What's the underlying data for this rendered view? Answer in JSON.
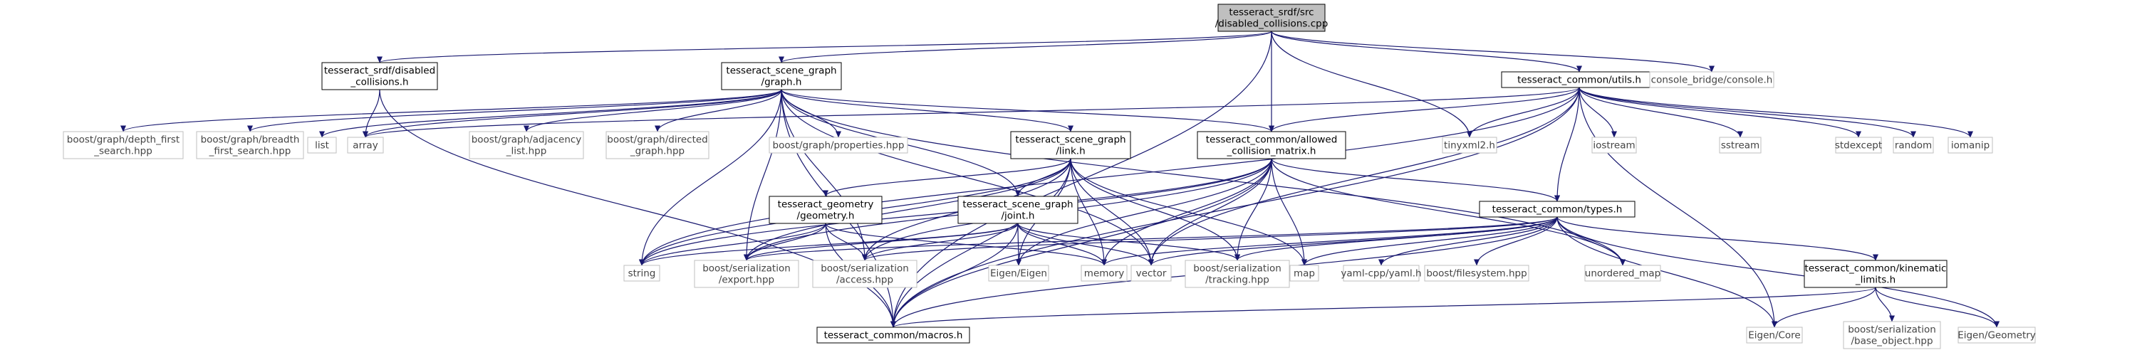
{
  "diagram": {
    "colors": {
      "edge": "#191970",
      "main_fill": "#bfbfbf",
      "internal_border": "#000000",
      "external_border": "#bfbfbf"
    },
    "nodes": [
      {
        "id": "disabled_collisions_cpp",
        "kind": "main",
        "lines": [
          "tesseract_srdf/src",
          "/disabled_collisions.cpp"
        ]
      },
      {
        "id": "disabled_collisions_h",
        "kind": "internal",
        "lines": [
          "tesseract_srdf/disabled",
          "_collisions.h"
        ]
      },
      {
        "id": "graph_h",
        "kind": "internal",
        "lines": [
          "tesseract_scene_graph",
          "/graph.h"
        ]
      },
      {
        "id": "allowed_collision_matrix_h",
        "kind": "internal",
        "lines": [
          "tesseract_common/allowed",
          "_collision_matrix.h"
        ]
      },
      {
        "id": "utils_h",
        "kind": "internal",
        "lines": [
          "tesseract_common/utils.h"
        ]
      },
      {
        "id": "console_h",
        "kind": "external",
        "lines": [
          "console_bridge/console.h"
        ]
      },
      {
        "id": "link_h",
        "kind": "internal",
        "lines": [
          "tesseract_scene_graph",
          "/link.h"
        ]
      },
      {
        "id": "geometry_h",
        "kind": "internal",
        "lines": [
          "tesseract_geometry",
          "/geometry.h"
        ]
      },
      {
        "id": "joint_h",
        "kind": "internal",
        "lines": [
          "tesseract_scene_graph",
          "/joint.h"
        ]
      },
      {
        "id": "types_h",
        "kind": "internal",
        "lines": [
          "tesseract_common/types.h"
        ]
      },
      {
        "id": "kinematic_limits_h",
        "kind": "internal",
        "lines": [
          "tesseract_common/kinematic",
          "_limits.h"
        ]
      },
      {
        "id": "macros_h",
        "kind": "internal",
        "lines": [
          "tesseract_common/macros.h"
        ]
      },
      {
        "id": "dfs_hpp",
        "kind": "external",
        "lines": [
          "boost/graph/depth_first",
          "_search.hpp"
        ]
      },
      {
        "id": "bfs_hpp",
        "kind": "external",
        "lines": [
          "boost/graph/breadth",
          "_first_search.hpp"
        ]
      },
      {
        "id": "list",
        "kind": "external",
        "lines": [
          "list"
        ]
      },
      {
        "id": "array",
        "kind": "external",
        "lines": [
          "array"
        ]
      },
      {
        "id": "adjacency_hpp",
        "kind": "external",
        "lines": [
          "boost/graph/adjacency",
          "_list.hpp"
        ]
      },
      {
        "id": "directed_hpp",
        "kind": "external",
        "lines": [
          "boost/graph/directed",
          "_graph.hpp"
        ]
      },
      {
        "id": "properties_hpp",
        "kind": "external",
        "lines": [
          "boost/graph/properties.hpp"
        ]
      },
      {
        "id": "tinyxml2_h",
        "kind": "external",
        "lines": [
          "tinyxml2.h"
        ]
      },
      {
        "id": "iostream",
        "kind": "external",
        "lines": [
          "iostream"
        ]
      },
      {
        "id": "sstream",
        "kind": "external",
        "lines": [
          "sstream"
        ]
      },
      {
        "id": "stdexcept",
        "kind": "external",
        "lines": [
          "stdexcept"
        ]
      },
      {
        "id": "random",
        "kind": "external",
        "lines": [
          "random"
        ]
      },
      {
        "id": "iomanip",
        "kind": "external",
        "lines": [
          "iomanip"
        ]
      },
      {
        "id": "string",
        "kind": "external",
        "lines": [
          "string"
        ]
      },
      {
        "id": "export_hpp",
        "kind": "external",
        "lines": [
          "boost/serialization",
          "/export.hpp"
        ]
      },
      {
        "id": "access_hpp",
        "kind": "external",
        "lines": [
          "boost/serialization",
          "/access.hpp"
        ]
      },
      {
        "id": "eigen_eigen",
        "kind": "external",
        "lines": [
          "Eigen/Eigen"
        ]
      },
      {
        "id": "memory",
        "kind": "external",
        "lines": [
          "memory"
        ]
      },
      {
        "id": "vector",
        "kind": "external",
        "lines": [
          "vector"
        ]
      },
      {
        "id": "tracking_hpp",
        "kind": "external",
        "lines": [
          "boost/serialization",
          "/tracking.hpp"
        ]
      },
      {
        "id": "map",
        "kind": "external",
        "lines": [
          "map"
        ]
      },
      {
        "id": "yaml_h",
        "kind": "external",
        "lines": [
          "yaml-cpp/yaml.h"
        ]
      },
      {
        "id": "filesystem_hpp",
        "kind": "external",
        "lines": [
          "boost/filesystem.hpp"
        ]
      },
      {
        "id": "unordered_map",
        "kind": "external",
        "lines": [
          "unordered_map"
        ]
      },
      {
        "id": "eigen_core",
        "kind": "external",
        "lines": [
          "Eigen/Core"
        ]
      },
      {
        "id": "base_object_hpp",
        "kind": "external",
        "lines": [
          "boost/serialization",
          "/base_object.hpp"
        ]
      },
      {
        "id": "eigen_geometry",
        "kind": "external",
        "lines": [
          "Eigen/Geometry"
        ]
      }
    ],
    "edges": [
      [
        "disabled_collisions_cpp",
        "disabled_collisions_h"
      ],
      [
        "disabled_collisions_cpp",
        "graph_h"
      ],
      [
        "disabled_collisions_cpp",
        "allowed_collision_matrix_h"
      ],
      [
        "disabled_collisions_cpp",
        "utils_h"
      ],
      [
        "disabled_collisions_cpp",
        "console_h"
      ],
      [
        "disabled_collisions_cpp",
        "tinyxml2_h"
      ],
      [
        "disabled_collisions_cpp",
        "macros_h"
      ],
      [
        "disabled_collisions_h",
        "array"
      ],
      [
        "disabled_collisions_h",
        "macros_h"
      ],
      [
        "graph_h",
        "dfs_hpp"
      ],
      [
        "graph_h",
        "bfs_hpp"
      ],
      [
        "graph_h",
        "list"
      ],
      [
        "graph_h",
        "array"
      ],
      [
        "graph_h",
        "adjacency_hpp"
      ],
      [
        "graph_h",
        "directed_hpp"
      ],
      [
        "graph_h",
        "properties_hpp"
      ],
      [
        "graph_h",
        "link_h"
      ],
      [
        "graph_h",
        "joint_h"
      ],
      [
        "graph_h",
        "allowed_collision_matrix_h"
      ],
      [
        "graph_h",
        "string"
      ],
      [
        "graph_h",
        "export_hpp"
      ],
      [
        "graph_h",
        "access_hpp"
      ],
      [
        "graph_h",
        "macros_h"
      ],
      [
        "graph_h",
        "unordered_map"
      ],
      [
        "graph_h",
        "vector"
      ],
      [
        "link_h",
        "geometry_h"
      ],
      [
        "link_h",
        "joint_h"
      ],
      [
        "link_h",
        "string"
      ],
      [
        "link_h",
        "export_hpp"
      ],
      [
        "link_h",
        "access_hpp"
      ],
      [
        "link_h",
        "eigen_eigen"
      ],
      [
        "link_h",
        "memory"
      ],
      [
        "link_h",
        "vector"
      ],
      [
        "link_h",
        "tracking_hpp"
      ],
      [
        "link_h",
        "map"
      ],
      [
        "link_h",
        "macros_h"
      ],
      [
        "geometry_h",
        "string"
      ],
      [
        "geometry_h",
        "export_hpp"
      ],
      [
        "geometry_h",
        "access_hpp"
      ],
      [
        "geometry_h",
        "memory"
      ],
      [
        "geometry_h",
        "macros_h"
      ],
      [
        "joint_h",
        "string"
      ],
      [
        "joint_h",
        "export_hpp"
      ],
      [
        "joint_h",
        "access_hpp"
      ],
      [
        "joint_h",
        "eigen_eigen"
      ],
      [
        "joint_h",
        "memory"
      ],
      [
        "joint_h",
        "vector"
      ],
      [
        "joint_h",
        "tracking_hpp"
      ],
      [
        "joint_h",
        "macros_h"
      ],
      [
        "allowed_collision_matrix_h",
        "types_h"
      ],
      [
        "allowed_collision_matrix_h",
        "string"
      ],
      [
        "allowed_collision_matrix_h",
        "export_hpp"
      ],
      [
        "allowed_collision_matrix_h",
        "access_hpp"
      ],
      [
        "allowed_collision_matrix_h",
        "eigen_eigen"
      ],
      [
        "allowed_collision_matrix_h",
        "memory"
      ],
      [
        "allowed_collision_matrix_h",
        "vector"
      ],
      [
        "allowed_collision_matrix_h",
        "tracking_hpp"
      ],
      [
        "allowed_collision_matrix_h",
        "map"
      ],
      [
        "allowed_collision_matrix_h",
        "unordered_map"
      ],
      [
        "allowed_collision_matrix_h",
        "macros_h"
      ],
      [
        "utils_h",
        "array"
      ],
      [
        "utils_h",
        "allowed_collision_matrix_h"
      ],
      [
        "utils_h",
        "types_h"
      ],
      [
        "utils_h",
        "tinyxml2_h"
      ],
      [
        "utils_h",
        "iostream"
      ],
      [
        "utils_h",
        "sstream"
      ],
      [
        "utils_h",
        "stdexcept"
      ],
      [
        "utils_h",
        "random"
      ],
      [
        "utils_h",
        "iomanip"
      ],
      [
        "utils_h",
        "string"
      ],
      [
        "utils_h",
        "vector"
      ],
      [
        "utils_h",
        "eigen_core"
      ],
      [
        "utils_h",
        "macros_h"
      ],
      [
        "types_h",
        "kinematic_limits_h"
      ],
      [
        "types_h",
        "export_hpp"
      ],
      [
        "types_h",
        "access_hpp"
      ],
      [
        "types_h",
        "vector"
      ],
      [
        "types_h",
        "memory"
      ],
      [
        "types_h",
        "tracking_hpp"
      ],
      [
        "types_h",
        "map"
      ],
      [
        "types_h",
        "yaml_h"
      ],
      [
        "types_h",
        "filesystem_hpp"
      ],
      [
        "types_h",
        "unordered_map"
      ],
      [
        "types_h",
        "eigen_core"
      ],
      [
        "types_h",
        "eigen_geometry"
      ],
      [
        "types_h",
        "macros_h"
      ],
      [
        "kinematic_limits_h",
        "eigen_core"
      ],
      [
        "kinematic_limits_h",
        "base_object_hpp"
      ],
      [
        "kinematic_limits_h",
        "eigen_geometry"
      ],
      [
        "kinematic_limits_h",
        "macros_h"
      ]
    ]
  }
}
